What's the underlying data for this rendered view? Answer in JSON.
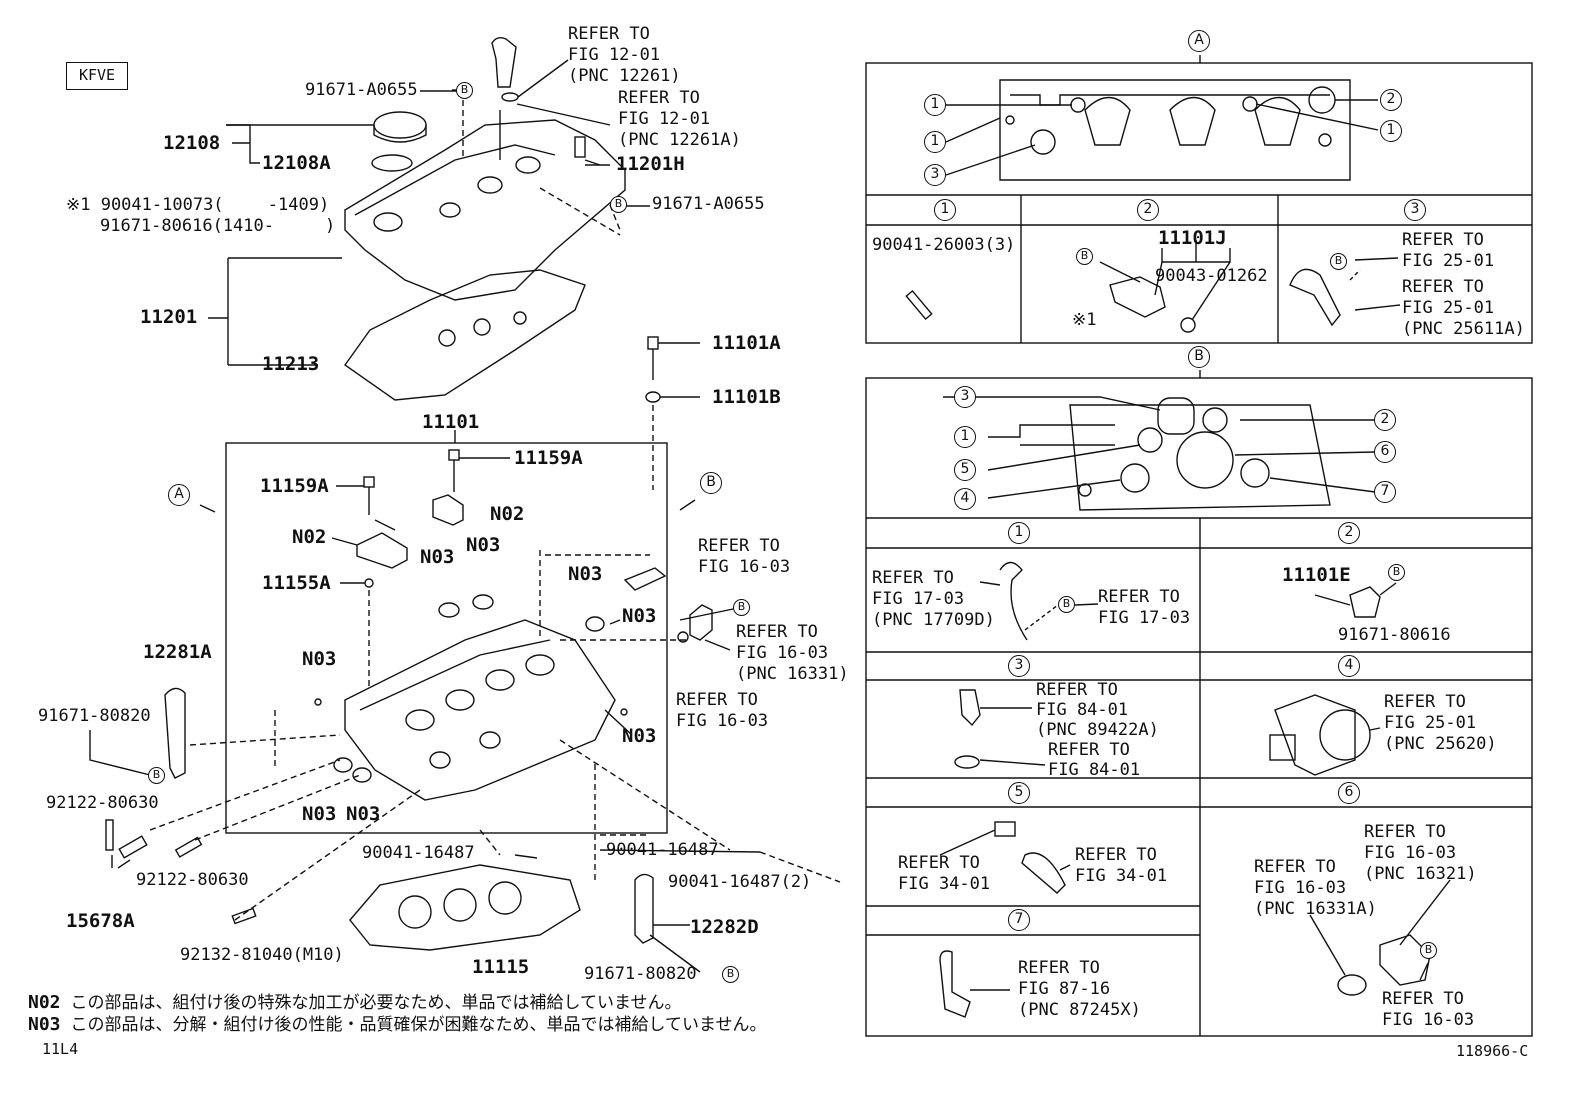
{
  "engine_code": "KFVE",
  "figure_number": "118966-C",
  "page_code": "11L4",
  "parts": {
    "p91671_A0655_top": "91671-A0655",
    "p12108": "12108",
    "p12108A": "12108A",
    "p90041_10073": "※1 90041-10073(　 　-1409)",
    "p91671_80616_a": "91671-80616(1410-　　　)",
    "p11201H": "11201H",
    "p91671_A0655_right": "91671-A0655",
    "p11201": "11201",
    "p11213": "11213",
    "p11101A": "11101A",
    "p11101B": "11101B",
    "p11101": "11101",
    "p11159A_a": "11159A",
    "p11159A_b": "11159A",
    "pN02_a": "N02",
    "pN02_b": "N02",
    "p11155A": "11155A",
    "pN03_a": "N03",
    "pN03_b": "N03",
    "pN03_c": "N03",
    "pN03_d": "N03",
    "pN03_e": "N03",
    "pN03_f": "N03",
    "pN03_g": "N03",
    "pN03_h": "N03",
    "p12281A": "12281A",
    "p91671_80820_a": "91671-80820",
    "p92122_80630_a": "92122-80630",
    "p92122_80630_b": "92122-80630",
    "p15678A": "15678A",
    "p90041_16487_a": "90041-16487",
    "p90041_16487_b": "90041-16487",
    "p90041_16487_c": "90041-16487(2)",
    "p12282D": "12282D",
    "p92132_81040": "92132-81040(M10)",
    "p11115": "11115",
    "p91671_80820_b": "91671-80820"
  },
  "refs": {
    "r_top1": [
      "REFER TO",
      "FIG 12-01",
      "(PNC 12261)"
    ],
    "r_top2": [
      "REFER TO",
      "FIG 12-01",
      "(PNC 12261A)"
    ],
    "r_16_03_a": [
      "REFER TO",
      "FIG 16-03"
    ],
    "r_16_03_b": [
      "REFER TO",
      "FIG 16-03",
      "(PNC 16331)"
    ],
    "r_16_03_c": [
      "REFER TO",
      "FIG 16-03"
    ]
  },
  "panel_a": {
    "title": "A",
    "cells": [
      {
        "num": "1",
        "part": "90041-26003(3)"
      },
      {
        "num": "2",
        "part": "11101J",
        "sub": "90043-01262",
        "mark": "※1"
      },
      {
        "num": "3",
        "ref1": [
          "REFER TO",
          "FIG 25-01"
        ],
        "ref2": [
          "REFER TO",
          "FIG 25-01",
          "(PNC 25611A)"
        ]
      }
    ]
  },
  "panel_b": {
    "title": "B",
    "cells": [
      {
        "num": "1",
        "ref1": [
          "REFER TO",
          "FIG 17-03",
          "(PNC 17709D)"
        ],
        "ref2": [
          "REFER TO",
          "FIG 17-03"
        ]
      },
      {
        "num": "2",
        "part": "11101E",
        "sub": "91671-80616"
      },
      {
        "num": "3",
        "ref1": [
          "REFER TO",
          "FIG 84-01",
          "(PNC 89422A)"
        ],
        "ref2": [
          "REFER TO",
          "FIG 84-01"
        ]
      },
      {
        "num": "4",
        "ref1": [
          "REFER TO",
          "FIG 25-01",
          "(PNC 25620)"
        ]
      },
      {
        "num": "5",
        "ref1": [
          "REFER TO",
          "FIG 34-01"
        ],
        "ref2": [
          "REFER TO",
          "FIG 34-01"
        ]
      },
      {
        "num": "6",
        "ref1": [
          "REFER TO",
          "FIG 16-03",
          "(PNC 16321)"
        ],
        "ref2": [
          "REFER TO",
          "FIG 16-03",
          "(PNC 16331A)"
        ],
        "ref3": [
          "REFER TO",
          "FIG 16-03"
        ]
      },
      {
        "num": "7",
        "ref1": [
          "REFER TO",
          "FIG 87-16",
          "(PNC 87245X)"
        ]
      }
    ]
  },
  "notes": [
    {
      "code": "N02",
      "text": "この部品は、組付け後の特殊な加工が必要なため、単品では補給していません。"
    },
    {
      "code": "N03",
      "text": "この部品は、分解・組付け後の性能・品質確保が困難なため、単品では補給していません。"
    }
  ],
  "view_markers": {
    "a": "A",
    "b": "B"
  },
  "circled_b": "B"
}
